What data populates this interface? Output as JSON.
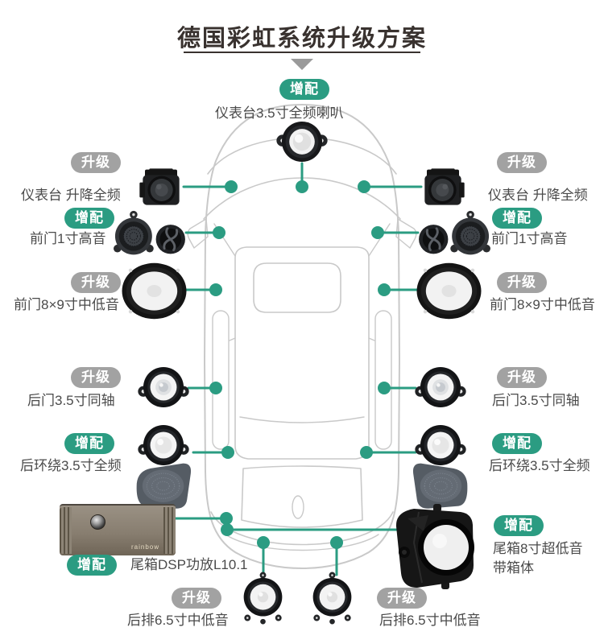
{
  "title": "德国彩虹系统升级方案",
  "legend": {
    "upgrade": "升级",
    "add": "增配"
  },
  "colors": {
    "accent_teal": "#2b9c82",
    "badge_gray": "#a2a2a2",
    "car_outline": "#c9c9c9",
    "title_color": "#39322f",
    "label_color": "#4a4a4a"
  },
  "amp_logo": "rainbow",
  "components": [
    "dash-fullrange-speaker",
    "lifting-fullrange-module",
    "1in-tweeter-pair",
    "8x9in-oval-woofer",
    "3.5in-coax-speaker",
    "3.5in-fullrange-speaker",
    "door-grille-cover",
    "dsp-amplifier",
    "8in-subwoofer-box",
    "6.5in-rear-deck-woofer"
  ],
  "annotations": [
    {
      "id": "dash-center",
      "type": "add",
      "badge": "增配",
      "label": "仪表台3.5寸全频喇叭"
    },
    {
      "id": "dash-lift-left",
      "type": "upgrade",
      "badge": "升级",
      "label": "仪表台 升降全频"
    },
    {
      "id": "dash-lift-right",
      "type": "upgrade",
      "badge": "升级",
      "label": "仪表台 升降全频"
    },
    {
      "id": "front-door-tweeter-left",
      "type": "add",
      "badge": "增配",
      "label": "前门1寸高音"
    },
    {
      "id": "front-door-tweeter-right",
      "type": "add",
      "badge": "增配",
      "label": "前门1寸高音"
    },
    {
      "id": "front-door-woofer-left",
      "type": "upgrade",
      "badge": "升级",
      "label": "前门8×9寸中低音"
    },
    {
      "id": "front-door-woofer-right",
      "type": "upgrade",
      "badge": "升级",
      "label": "前门8×9寸中低音"
    },
    {
      "id": "rear-door-coax-left",
      "type": "upgrade",
      "badge": "升级",
      "label": "后门3.5寸同轴"
    },
    {
      "id": "rear-door-coax-right",
      "type": "upgrade",
      "badge": "升级",
      "label": "后门3.5寸同轴"
    },
    {
      "id": "rear-surround-left",
      "type": "add",
      "badge": "增配",
      "label": "后环绕3.5寸全频"
    },
    {
      "id": "rear-surround-right",
      "type": "add",
      "badge": "增配",
      "label": "后环绕3.5寸全频"
    },
    {
      "id": "trunk-dsp",
      "type": "add",
      "badge": "增配",
      "label": "尾箱DSP功放L10.1"
    },
    {
      "id": "trunk-subwoofer",
      "type": "add",
      "badge": "增配",
      "label_line1": "尾箱8寸超低音",
      "label_line2": "带箱体"
    },
    {
      "id": "rear-deck-left",
      "type": "upgrade",
      "badge": "升级",
      "label": "后排6.5寸中低音"
    },
    {
      "id": "rear-deck-right",
      "type": "upgrade",
      "badge": "升级",
      "label": "后排6.5寸中低音"
    }
  ]
}
